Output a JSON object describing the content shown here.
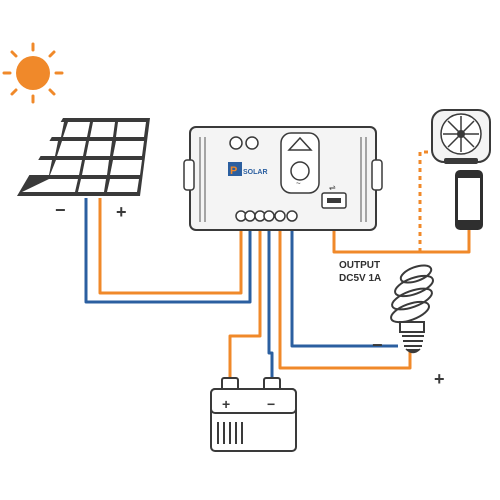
{
  "colors": {
    "sun": "#f0892a",
    "orange_wire": "#f0892a",
    "blue_wire": "#2b5fa0",
    "device_stroke": "#3a3a3a",
    "panel_cell": "#ffffff",
    "controller_body": "#f4f4f4"
  },
  "solar_panel": {
    "minus_label": "−",
    "plus_label": "+"
  },
  "controller": {
    "brand_text": "SOLAR",
    "usb_icon": "usb-icon"
  },
  "output": {
    "line1": "OUTPUT",
    "line2": "DC5V 1A"
  },
  "bulb": {
    "minus_label": "−",
    "plus_label": "+"
  },
  "battery": {
    "plus_label": "+",
    "minus_label": "−"
  },
  "icons": [
    "sun-icon",
    "solar-panel-icon",
    "fan-icon",
    "phone-icon",
    "bulb-icon",
    "battery-icon"
  ]
}
